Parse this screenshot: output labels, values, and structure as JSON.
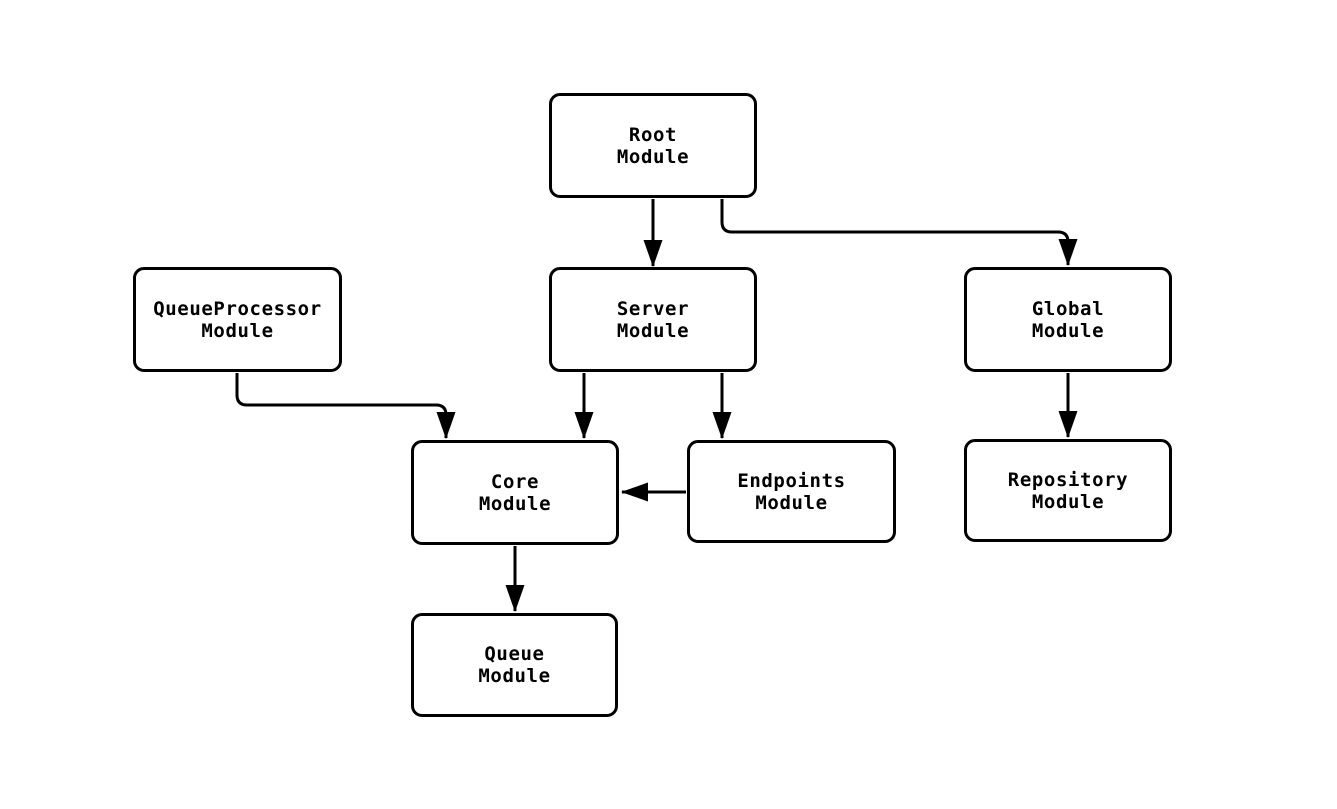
{
  "diagram": {
    "background_color": "#ffffff",
    "stroke_color": "#000000",
    "nodes": [
      {
        "id": "root",
        "label": "Root\nModule"
      },
      {
        "id": "queueprocessor",
        "label": "QueueProcessor\nModule"
      },
      {
        "id": "server",
        "label": "Server\nModule"
      },
      {
        "id": "global",
        "label": "Global\nModule"
      },
      {
        "id": "core",
        "label": "Core\nModule"
      },
      {
        "id": "endpoints",
        "label": "Endpoints\nModule"
      },
      {
        "id": "repository",
        "label": "Repository\nModule"
      },
      {
        "id": "queue",
        "label": "Queue\nModule"
      }
    ],
    "edges": [
      {
        "from": "Root Module",
        "to": "Server Module"
      },
      {
        "from": "Root Module",
        "to": "Global Module"
      },
      {
        "from": "QueueProcessor Module",
        "to": "Core Module"
      },
      {
        "from": "Server Module",
        "to": "Core Module"
      },
      {
        "from": "Server Module",
        "to": "Endpoints Module"
      },
      {
        "from": "Endpoints Module",
        "to": "Core Module"
      },
      {
        "from": "Global Module",
        "to": "Repository Module"
      },
      {
        "from": "Core Module",
        "to": "Queue Module"
      }
    ]
  }
}
